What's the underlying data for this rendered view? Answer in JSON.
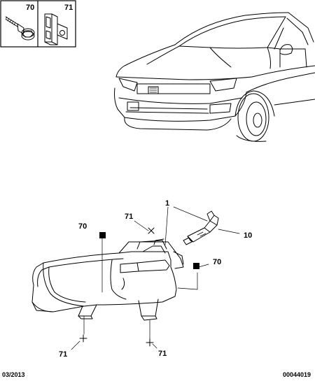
{
  "legend": {
    "cells": [
      {
        "label": "70",
        "icon": "screw-icon"
      },
      {
        "label": "71",
        "icon": "clip-nut-icon"
      }
    ]
  },
  "callouts": {
    "c1": "1",
    "c10": "10",
    "c70_left": "70",
    "c71_top": "71",
    "c70_right": "70",
    "c71_bottom_left": "71",
    "c71_bottom_right": "71"
  },
  "footer": {
    "date": "03/2013",
    "reference": "00044019"
  }
}
